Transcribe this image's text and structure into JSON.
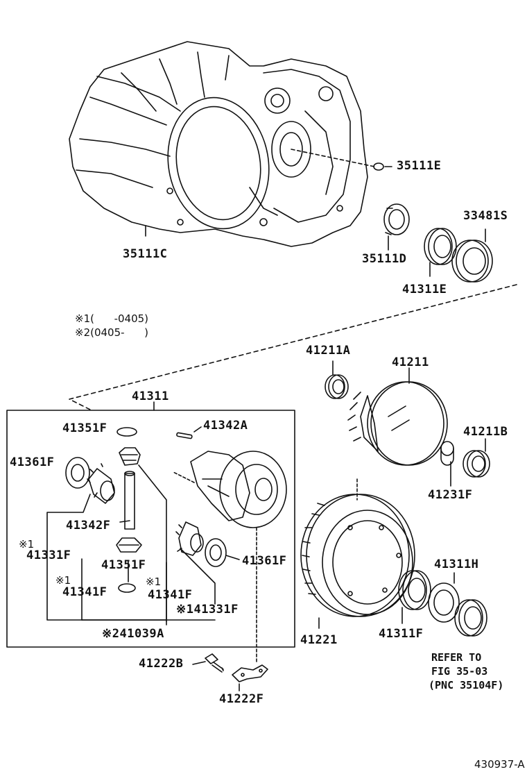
{
  "parts": {
    "p35111E": "35111E",
    "p35111C": "35111C",
    "p33481S": "33481S",
    "p35111D": "35111D",
    "p41311E": "41311E",
    "p41211A": "41211A",
    "p41211": "41211",
    "p41311": "41311",
    "p41351F_top": "41351F",
    "p41342A": "41342A",
    "p41211B": "41211B",
    "p41361F_left": "41361F",
    "p41231F": "41231F",
    "p41342F": "41342F",
    "p41331F": "41331F",
    "p41351F_bot": "41351F",
    "p41361F_right": "41361F",
    "p41311H": "41311H",
    "p41341F_left": "41341F",
    "p41341F_right": "41341F",
    "p41331F_right": "※141331F",
    "p241039A": "※241039A",
    "p41221": "41221",
    "p41311F": "41311F",
    "p41222B": "41222B",
    "p41222F": "41222F"
  },
  "marks": {
    "m1a": "※1",
    "m1b": "※1",
    "m1c": "※1"
  },
  "notes": {
    "n1": "※1(      -0405)",
    "n2": "※2(0405-      )"
  },
  "refer": {
    "line1": "REFER TO",
    "line2": "FIG 35-03",
    "line3": "(PNC 35104F)"
  },
  "figure_id": "430937-A"
}
